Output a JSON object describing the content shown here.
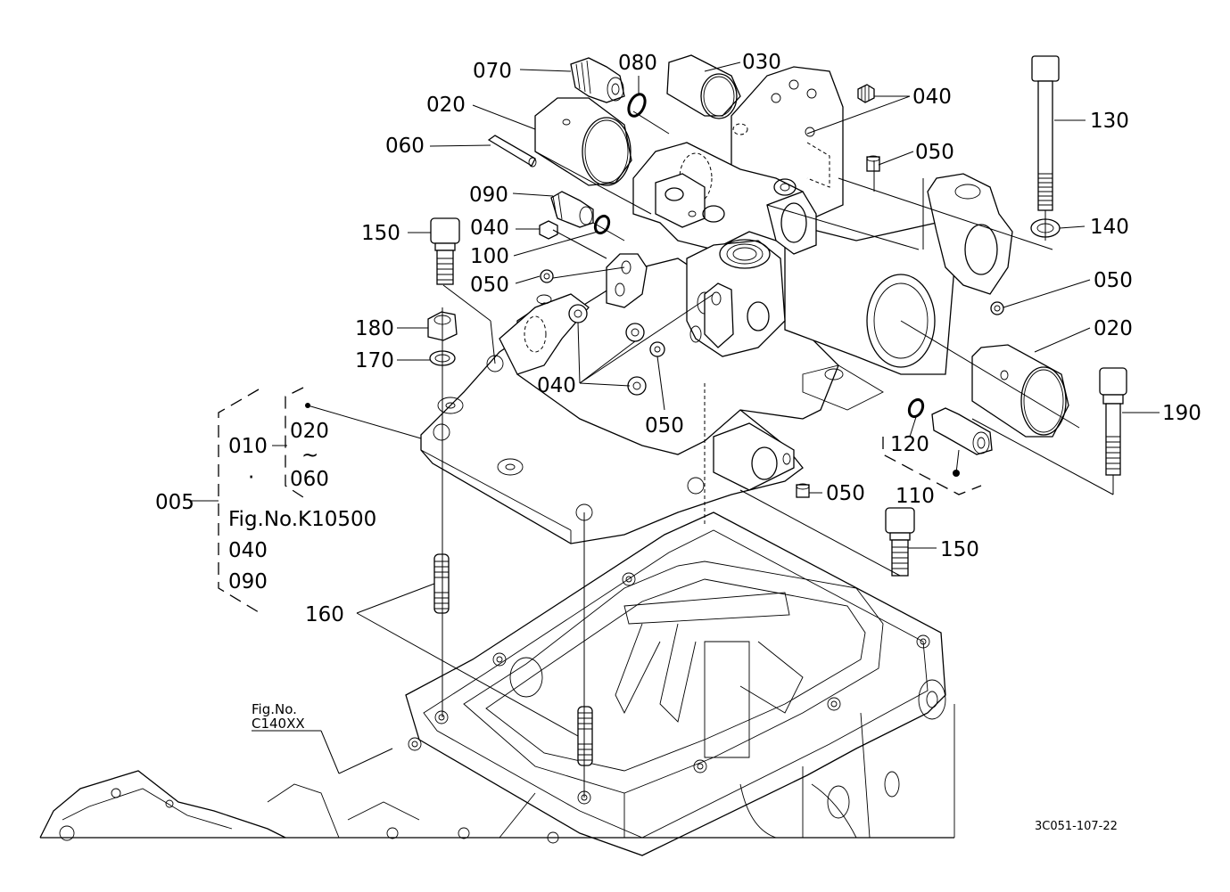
{
  "diagram": {
    "type": "exploded-parts-diagram",
    "drawing_code": "3C051-107-22",
    "callouts": {
      "c070": "070",
      "c080": "080",
      "c030": "030",
      "c020_top": "020",
      "c060": "060",
      "c040_top": "040",
      "c130": "130",
      "c050_top": "050",
      "c090": "090",
      "c150_left": "150",
      "c040_mid": "040",
      "c100": "100",
      "c140": "140",
      "c050_left": "050",
      "c050_right": "050",
      "c180": "180",
      "c170": "170",
      "c020_right": "020",
      "c040_group": "040",
      "c190": "190",
      "c050_center": "050",
      "c120": "120",
      "c110": "110",
      "c050_bottom": "050",
      "c150_right": "150",
      "c160": "160"
    },
    "assembly_group": {
      "main": "005",
      "sub": "010",
      "range_start": "020",
      "range_tilde": "~",
      "range_end": "060",
      "dot": "·",
      "ref_figure": "Fig.No.K10500",
      "extra_start": "040",
      "extra_end": "090"
    },
    "ref_figure_lower": {
      "line1": "Fig.No.",
      "line2": "C140XX"
    }
  }
}
